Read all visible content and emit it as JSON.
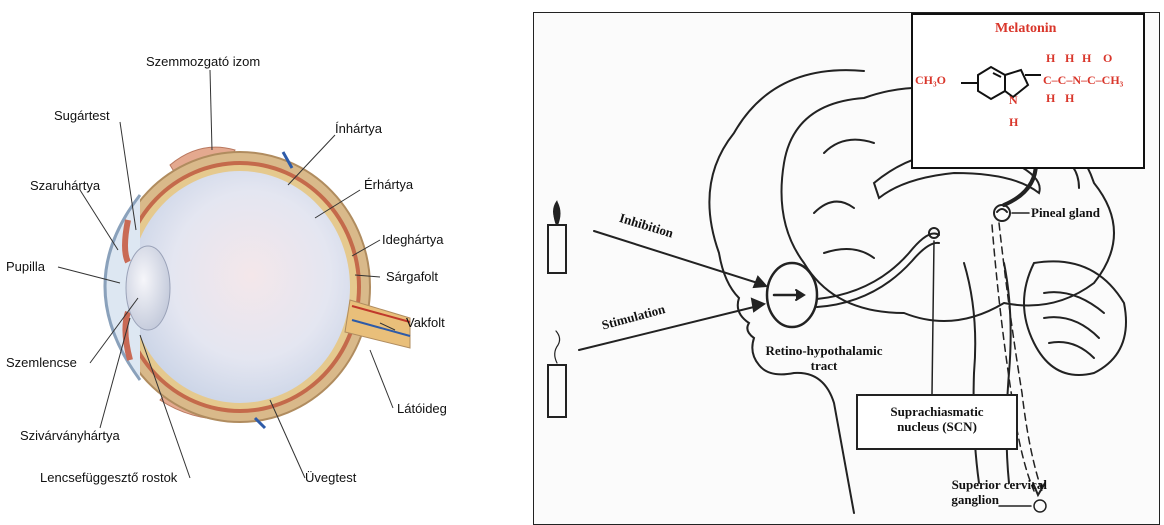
{
  "eye": {
    "labels": {
      "szemmozgato": "Szemmozgató izom",
      "sugartest": "Sugártest",
      "inhartya": "Ínhártya",
      "szaruhartya": "Szaruhártya",
      "erhartya": "Érhártya",
      "ideghartya": "Ideghártya",
      "pupilla": "Pupilla",
      "sargafolt": "Sárgafolt",
      "vakfolt": "Vakfolt",
      "szemlencse": "Szemlencse",
      "latoideg": "Látóideg",
      "szivarvany": "Szivárványhártya",
      "lencsefuggeszto": "Lencsefüggesztő rostok",
      "uvegtest": "Üvegtest"
    }
  },
  "brain": {
    "melatonin": {
      "title": "Melatonin",
      "ch3o": "CH₃O",
      "h_top1": "H",
      "h_top2": "H",
      "h_n": "H",
      "o": "O",
      "chain": "C–C–N–C–CH₃",
      "h_bot1": "H",
      "h_bot2": "H",
      "n_ring": "N",
      "h_ring": "H"
    },
    "labels": {
      "inhibition": "Inhibition",
      "stimulation": "Stimulation",
      "pineal": "Pineal gland",
      "retino1": "Retino-hypothalamic",
      "retino2": "tract",
      "scn1": "Suprachiasmatic",
      "scn2": "nucleus (SCN)",
      "scg1": "Superior cervical",
      "scg2": "ganglion"
    }
  }
}
